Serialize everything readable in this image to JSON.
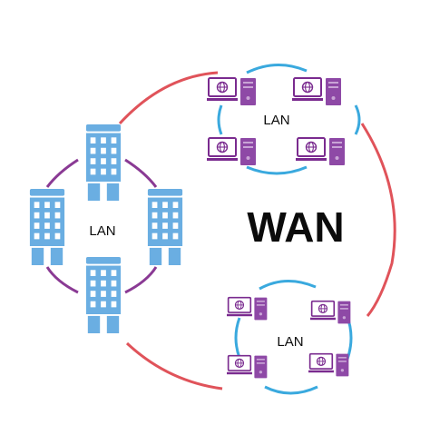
{
  "diagram": {
    "wan_label": "WAN",
    "lan_left_label": "LAN",
    "lan_top_right_label": "LAN",
    "lan_bottom_right_label": "LAN"
  },
  "colors": {
    "wan_link": "#e0535a",
    "lan_left_link": "#8a3a94",
    "lan_right_link": "#3aa9de",
    "building": "#6aaee2",
    "building_window": "#ffffff",
    "computer_outline": "#7a2b8f",
    "server": "#8e49a6",
    "text": "#0b0b0b"
  },
  "icons": {
    "building": "office-building-icon",
    "computer": "computer-server-icon"
  }
}
